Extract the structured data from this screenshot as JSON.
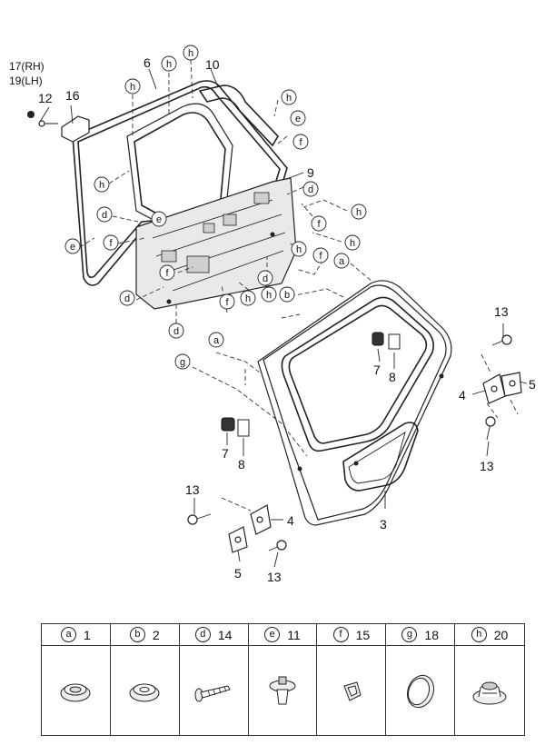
{
  "callouts": {
    "p17": "17(RH)",
    "p19": "19(LH)",
    "p12": "12",
    "p16": "16",
    "p6": "6",
    "p10": "10",
    "p9": "9",
    "p13a": "13",
    "p13b": "13",
    "p13c": "13",
    "p13d": "13",
    "p5a": "5",
    "p5b": "5",
    "p4a": "4",
    "p4b": "4",
    "p7a": "7",
    "p7b": "7",
    "p8a": "8",
    "p8b": "8",
    "p3": "3"
  },
  "codes": {
    "a": "a",
    "b": "b",
    "d": "d",
    "e": "e",
    "f": "f",
    "g": "g",
    "h": "h"
  },
  "legend": [
    {
      "code": "a",
      "part": "1"
    },
    {
      "code": "b",
      "part": "2"
    },
    {
      "code": "d",
      "part": "14"
    },
    {
      "code": "e",
      "part": "11"
    },
    {
      "code": "f",
      "part": "15"
    },
    {
      "code": "g",
      "part": "18"
    },
    {
      "code": "h",
      "part": "20"
    }
  ]
}
